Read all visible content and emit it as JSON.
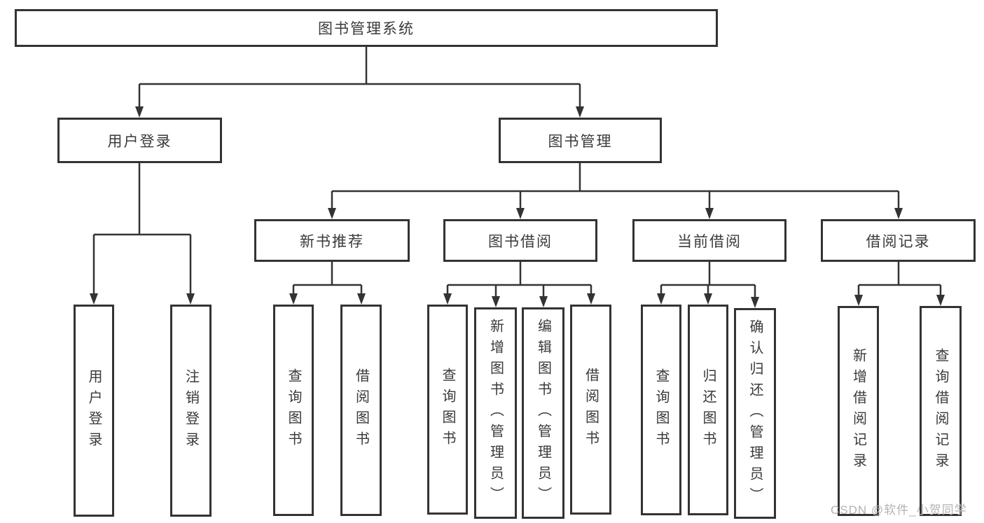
{
  "tree": {
    "root": {
      "label": "图书管理系统"
    },
    "level2": [
      {
        "label": "用户登录",
        "children": [
          {
            "label": "用户登录"
          },
          {
            "label": "注销登录"
          }
        ]
      },
      {
        "label": "图书管理",
        "children": [
          {
            "label": "新书推荐",
            "children": [
              {
                "label": "查询图书"
              },
              {
                "label": "借阅图书"
              }
            ]
          },
          {
            "label": "图书借阅",
            "children": [
              {
                "label": "查询图书"
              },
              {
                "label": "新增图书（管理员）"
              },
              {
                "label": "编辑图书（管理员）"
              },
              {
                "label": "借阅图书"
              }
            ]
          },
          {
            "label": "当前借阅",
            "children": [
              {
                "label": "查询图书"
              },
              {
                "label": "归还图书"
              },
              {
                "label": "确认归还（管理员）"
              }
            ]
          },
          {
            "label": "借阅记录",
            "children": [
              {
                "label": "新增借阅记录"
              },
              {
                "label": "查询借阅记录"
              }
            ]
          }
        ]
      }
    ]
  },
  "watermark": "CSDN @软件_小贺同学",
  "colors": {
    "line": "#333333",
    "text": "#3a3a3a",
    "background": "#ffffff",
    "watermark": "#b3b3b3"
  }
}
